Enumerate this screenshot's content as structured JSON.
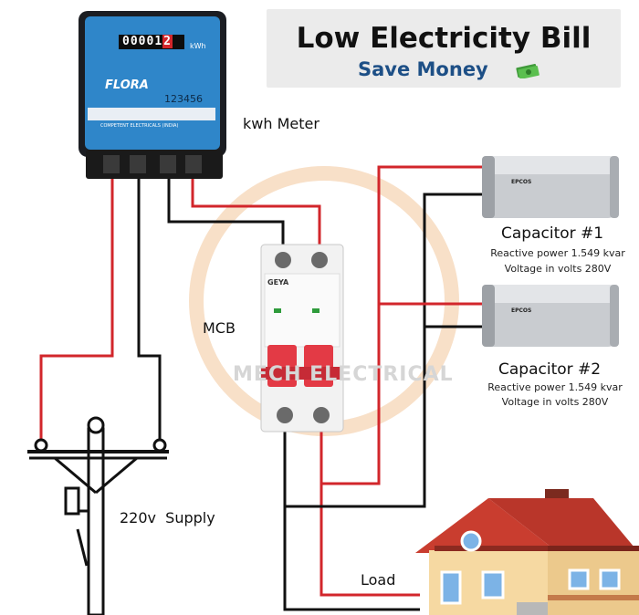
{
  "header": {
    "title": "Low Electricity Bill",
    "subtitle": "Save Money"
  },
  "labels": {
    "meter": "kwh Meter",
    "mcb": "MCB",
    "supply": "220v  Supply",
    "load": "Load"
  },
  "meter": {
    "reading": [
      "0",
      "0",
      "0",
      "0",
      "1",
      "2"
    ],
    "unit": "kWh",
    "brand": "FLORA",
    "serial": "123456",
    "maker": "COMPETENT ELECTRICALS (INDIA)"
  },
  "mcb": {
    "brand": "GEYA"
  },
  "capacitors": [
    {
      "name": "Capacitor #1",
      "reactive_power": "Reactive power 1.549 kvar",
      "voltage": "Voltage in volts 280V",
      "brand": "EPCOS"
    },
    {
      "name": "Capacitor #2",
      "reactive_power": "Reactive power 1.549 kvar",
      "voltage": "Voltage in volts 280V",
      "brand": "EPCOS"
    }
  ],
  "watermark": "MECH ELECTRICAL",
  "colors": {
    "live_wire": "#d2262b",
    "neutral_wire": "#111111",
    "meter_body": "#2f86c9",
    "house_roof": "#b9362a",
    "house_wall": "#f6d9a2",
    "mcb_toggle": "#e33a45"
  }
}
